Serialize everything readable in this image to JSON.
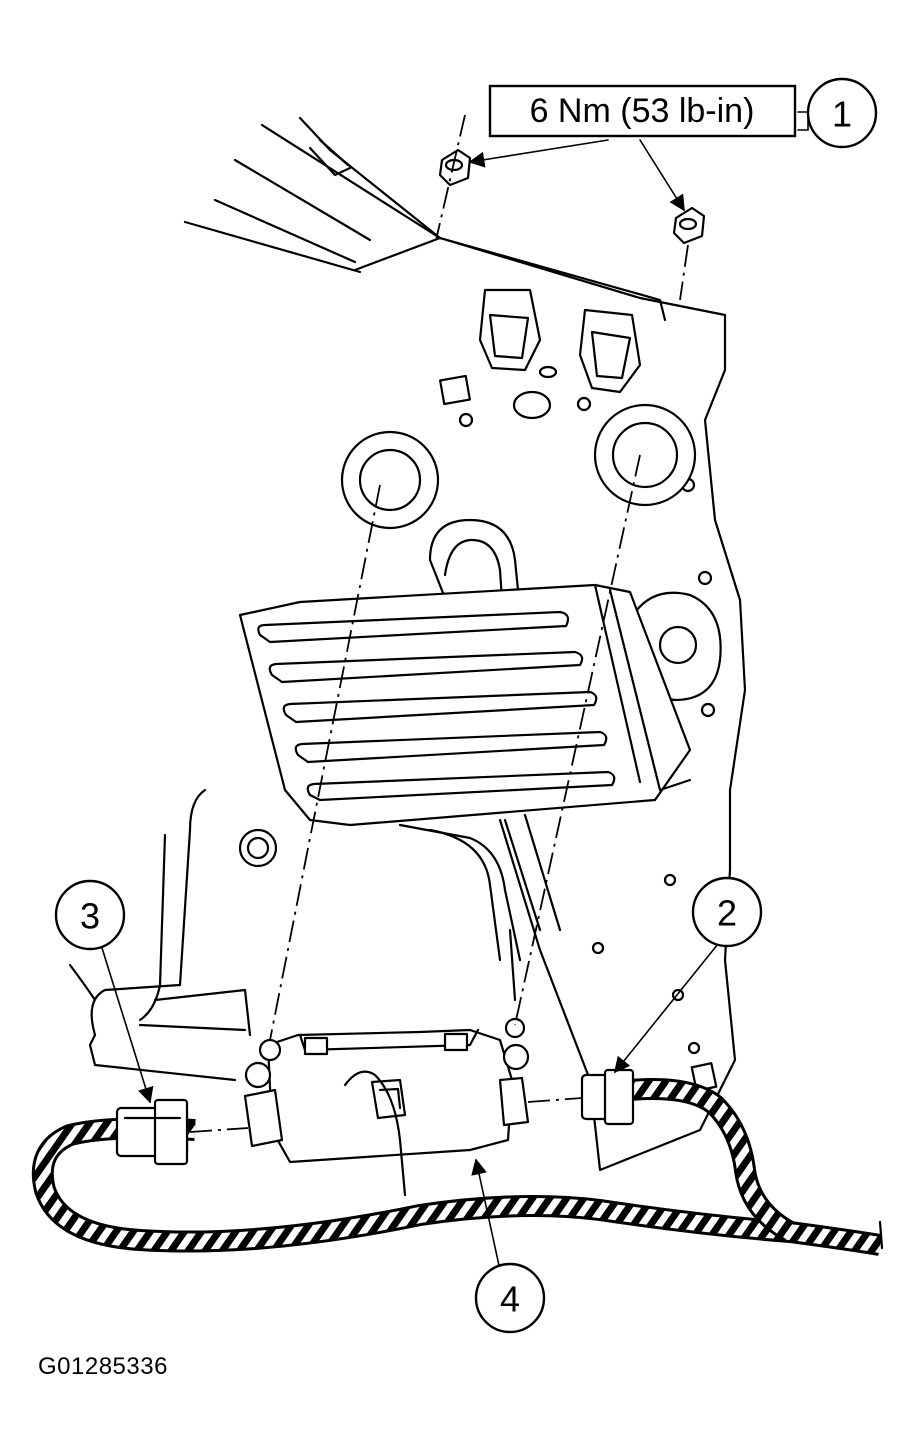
{
  "torque_spec": "6 Nm (53 lb-in)",
  "callouts": {
    "c1": "1",
    "c2": "2",
    "c3": "3",
    "c4": "4"
  },
  "figure_id": "G01285336"
}
